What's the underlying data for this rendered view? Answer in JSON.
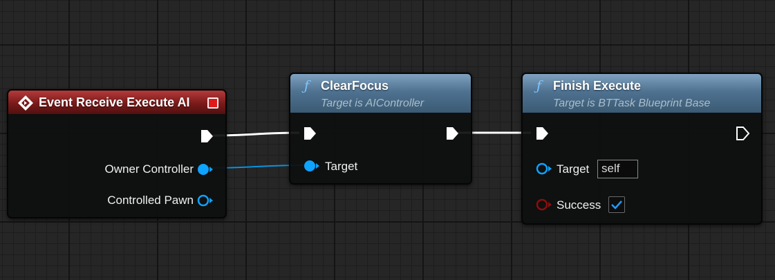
{
  "nodes": {
    "event_receive_execute_ai": {
      "title": "Event Receive Execute AI",
      "icon": "event-icon",
      "outputs": [
        {
          "label": "Owner Controller",
          "pin_color": "#0da3ff",
          "connected": true
        },
        {
          "label": "Controlled Pawn",
          "pin_color": "#0da3ff",
          "connected": false
        }
      ]
    },
    "clear_focus": {
      "title": "ClearFocus",
      "subtitle": "Target is AIController",
      "icon": "function-icon",
      "inputs": [
        {
          "label": "Target",
          "pin_color": "#0da3ff",
          "connected": true
        }
      ]
    },
    "finish_execute": {
      "title": "Finish Execute",
      "subtitle": "Target is BTTask Blueprint Base",
      "icon": "function-icon",
      "inputs": [
        {
          "label": "Target",
          "value": "self",
          "pin_color": "#0da3ff",
          "connected": false
        },
        {
          "label": "Success",
          "checked": true,
          "pin_color": "#8c0e0e",
          "connected": false
        }
      ]
    }
  },
  "colors": {
    "exec_wire": "#ffffff",
    "object_wire": "#0a93e0",
    "event_header": "#8a1f1f",
    "function_header": "#4f7291"
  }
}
